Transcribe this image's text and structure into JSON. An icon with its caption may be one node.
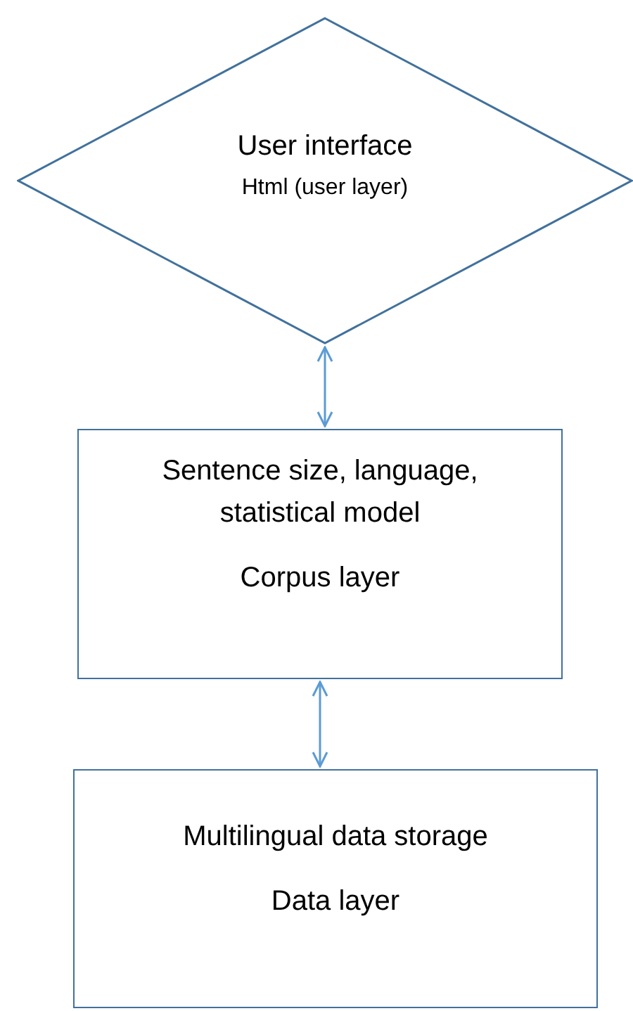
{
  "diagram": {
    "nodes": [
      {
        "text": [
          "User interface",
          "Html (user layer)"
        ]
      },
      {
        "text": [
          "Sentence size, language, statistical model",
          "Corpus layer"
        ]
      },
      {
        "text": [
          "Multilingual data storage",
          "Data layer"
        ]
      }
    ],
    "edges": [
      {
        "from": 0,
        "to": 1,
        "arrow": "both"
      },
      {
        "from": 1,
        "to": 2,
        "arrow": "both"
      }
    ]
  }
}
